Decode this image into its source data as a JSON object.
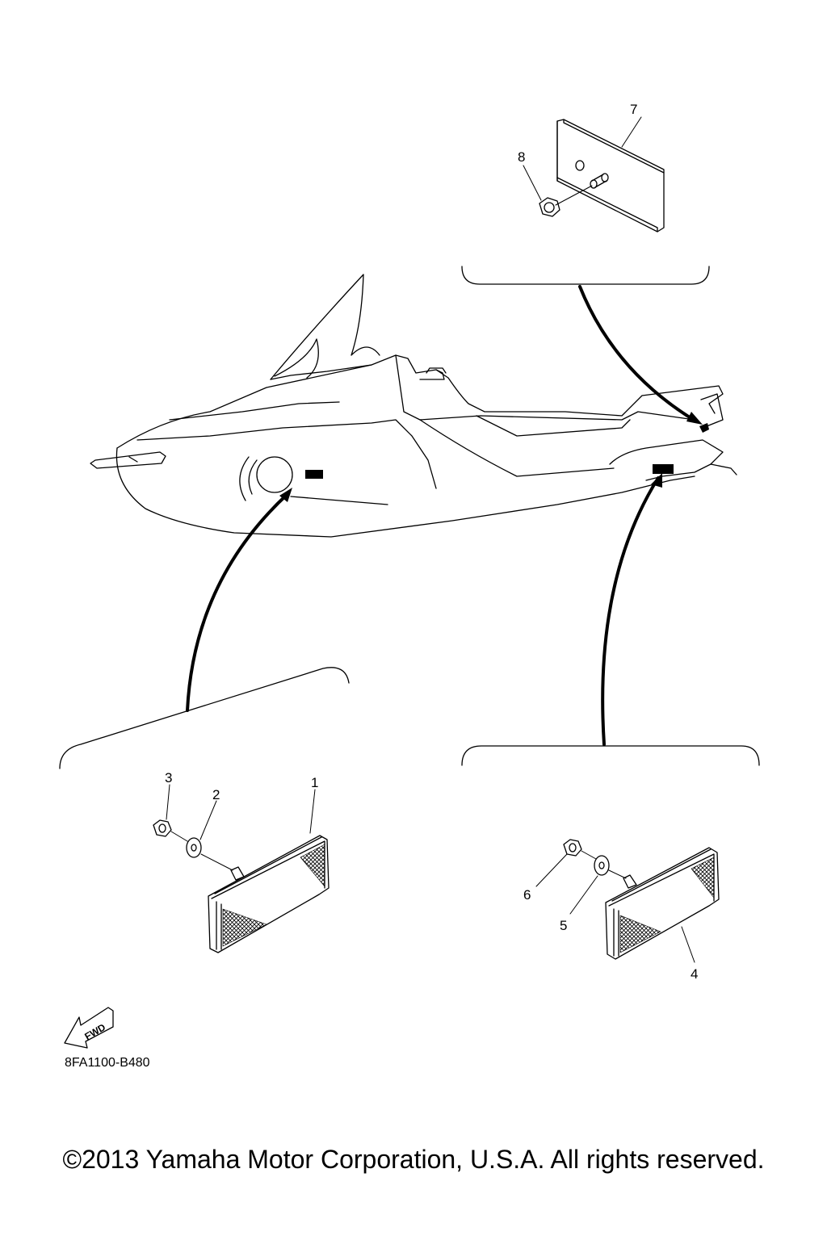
{
  "callouts": {
    "p1": "1",
    "p2": "2",
    "p3": "3",
    "p4": "4",
    "p5": "5",
    "p6": "6",
    "p7": "7",
    "p8": "8"
  },
  "fwd_label": "FWD",
  "diagram_code": "8FA1100-B480",
  "copyright": "©2013 Yamaha Motor Corporation, U.S.A. All rights reserved."
}
